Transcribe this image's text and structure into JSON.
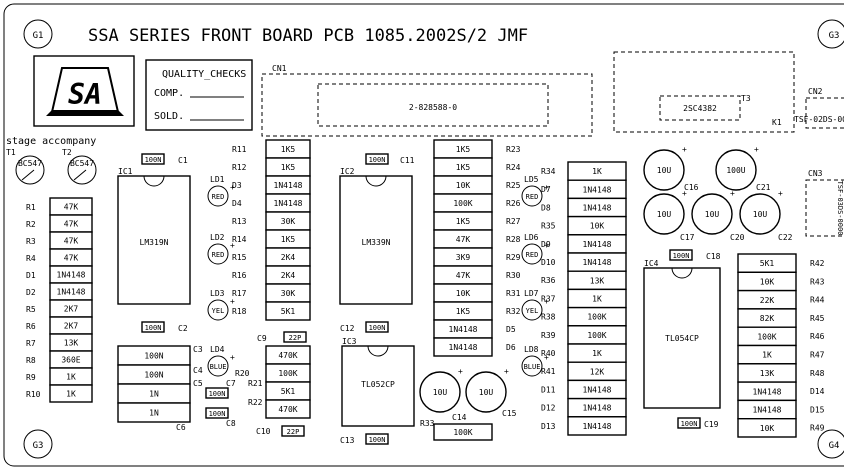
{
  "title": "SSA SERIES FRONT BOARD PCB 1085.2002S/2 JMF",
  "logo": {
    "brand_text": "SA",
    "tagline": "stage accompany"
  },
  "quality": {
    "heading": "QUALITY_CHECKS",
    "comp": "COMP.",
    "sold": "SOLD."
  },
  "mounting_holes": [
    "G1",
    "G3",
    "G3",
    "G4"
  ],
  "connectors": [
    {
      "ref": "CN1",
      "part": "2-828588-0"
    },
    {
      "ref": "CN2",
      "part": "TSF-02DS-00"
    },
    {
      "ref": "CN3",
      "part": "TSF-03DS-0000"
    }
  ],
  "transistor_block": {
    "ref": "T3",
    "part": "2SC4382",
    "extra": "K1"
  },
  "transistors": [
    {
      "ref": "T1",
      "part": "BC547"
    },
    {
      "ref": "T2",
      "part": "BC547"
    }
  ],
  "ics": [
    {
      "ref": "IC1",
      "part": "LM319N"
    },
    {
      "ref": "IC2",
      "part": "LM339N"
    },
    {
      "ref": "IC3",
      "part": "TL052CP"
    },
    {
      "ref": "IC4",
      "part": "TL054CP"
    }
  ],
  "col_a": {
    "refs": [
      "R1",
      "R2",
      "R3",
      "R4",
      "D1",
      "D2",
      "R5",
      "R6",
      "R7",
      "R8",
      "R9",
      "R10"
    ],
    "values": [
      "47K",
      "47K",
      "47K",
      "47K",
      "1N4148",
      "1N4148",
      "2K7",
      "2K7",
      "13K",
      "360E",
      "1K",
      "1K"
    ]
  },
  "col_b": {
    "refs": [
      "C3",
      "C4",
      "C5",
      "C6"
    ],
    "values": [
      "100N",
      "100N",
      "1N",
      "1N"
    ]
  },
  "col_c": {
    "refs_left": [
      "R11",
      "R12",
      "D3",
      "D4",
      "R13",
      "R14",
      "R15",
      "R16",
      "R17",
      "R18"
    ],
    "values": [
      "1K5",
      "1K5",
      "1N4148",
      "1N4148",
      "30K",
      "1K5",
      "2K4",
      "2K4",
      "30K",
      "5K1"
    ],
    "low_refs": [
      "C9",
      "R20",
      "R21",
      "R22",
      "C10"
    ],
    "low_values": [
      "22P",
      "470K",
      "100K",
      "5K1",
      "470K",
      "22P"
    ]
  },
  "col_d": {
    "refs": [
      "R23",
      "R24",
      "R25",
      "R26",
      "R27",
      "R28",
      "R29",
      "R30",
      "R31",
      "R32",
      "D5",
      "D6"
    ],
    "values": [
      "1K5",
      "1K5",
      "10K",
      "100K",
      "1K5",
      "47K",
      "3K9",
      "47K",
      "10K",
      "1K5",
      "1N4148",
      "1N4148"
    ]
  },
  "col_e": {
    "refs": [
      "R34",
      "D7",
      "D8",
      "R35",
      "D9",
      "D10",
      "R36",
      "R37",
      "R38",
      "R39",
      "R40",
      "R41",
      "D11",
      "D12",
      "D13"
    ],
    "values": [
      "1K",
      "1N4148",
      "1N4148",
      "10K",
      "1N4148",
      "1N4148",
      "13K",
      "1K",
      "100K",
      "100K",
      "1K",
      "12K",
      "1N4148",
      "1N4148",
      "1N4148"
    ]
  },
  "col_f": {
    "refs": [
      "R42",
      "R43",
      "R44",
      "R45",
      "R46",
      "R47",
      "R48",
      "D14",
      "D15",
      "R49"
    ],
    "values": [
      "5K1",
      "10K",
      "22K",
      "82K",
      "100K",
      "1K",
      "13K",
      "1N4148",
      "1N4148",
      "10K"
    ]
  },
  "leds": [
    {
      "ref": "LD1",
      "color": "RED"
    },
    {
      "ref": "LD2",
      "color": "RED"
    },
    {
      "ref": "LD3",
      "color": "YEL"
    },
    {
      "ref": "LD4",
      "color": "BLUE"
    },
    {
      "ref": "LD5",
      "color": "RED"
    },
    {
      "ref": "LD6",
      "color": "RED"
    },
    {
      "ref": "LD7",
      "color": "YEL"
    },
    {
      "ref": "LD8",
      "color": "BLUE"
    }
  ],
  "small_caps": [
    {
      "ref": "C1",
      "value": "100N"
    },
    {
      "ref": "C2",
      "value": "100N"
    },
    {
      "ref": "C7",
      "value": "100N"
    },
    {
      "ref": "C8",
      "value": "100N"
    },
    {
      "ref": "C11",
      "value": "100N"
    },
    {
      "ref": "C12",
      "value": "100N"
    },
    {
      "ref": "C13",
      "value": "100N"
    },
    {
      "ref": "C18",
      "value": "100N"
    },
    {
      "ref": "C19",
      "value": "100N"
    }
  ],
  "electrolytics": [
    {
      "ref": "C14",
      "value": "10U"
    },
    {
      "ref": "C15",
      "value": "10U"
    },
    {
      "ref": "C16",
      "value": "10U"
    },
    {
      "ref": "C17",
      "value": "10U"
    },
    {
      "ref": "C20",
      "value": "10U"
    },
    {
      "ref": "C21",
      "value": "100U"
    },
    {
      "ref": "C22",
      "value": "10U"
    }
  ],
  "misc": {
    "r33_ref": "R33",
    "r33_value": "100K"
  }
}
